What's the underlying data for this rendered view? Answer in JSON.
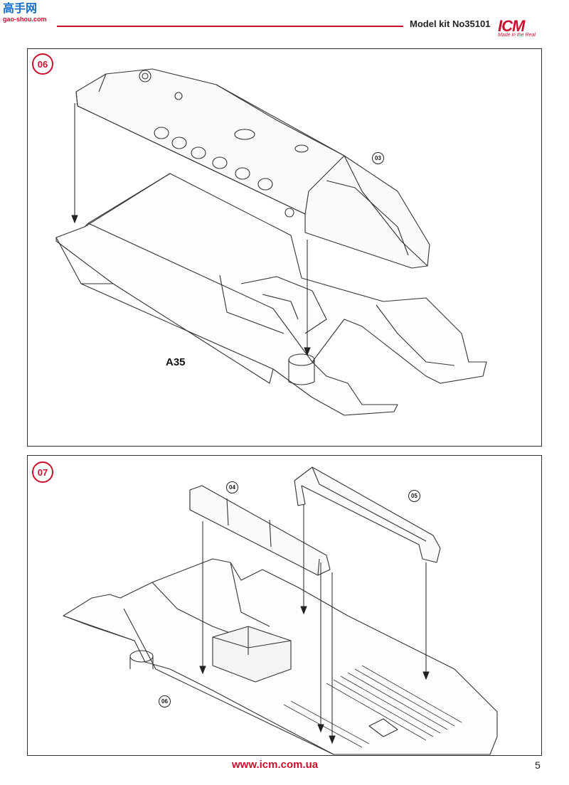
{
  "header": {
    "watermark_text": "高手网",
    "watermark_url": "gao-shou.com",
    "title": "Model kit No35101",
    "logo_text": "ICM",
    "logo_tagline": "Made in the Real"
  },
  "steps": [
    {
      "number": "06",
      "part_label": "A35",
      "ref_badge": "03"
    },
    {
      "number": "07",
      "ref_badges": [
        "04",
        "05",
        "06"
      ]
    }
  ],
  "footer": {
    "url": "www.icm.com.ua",
    "page_number": "5"
  },
  "colors": {
    "accent": "#c8102e",
    "line": "#333333"
  }
}
